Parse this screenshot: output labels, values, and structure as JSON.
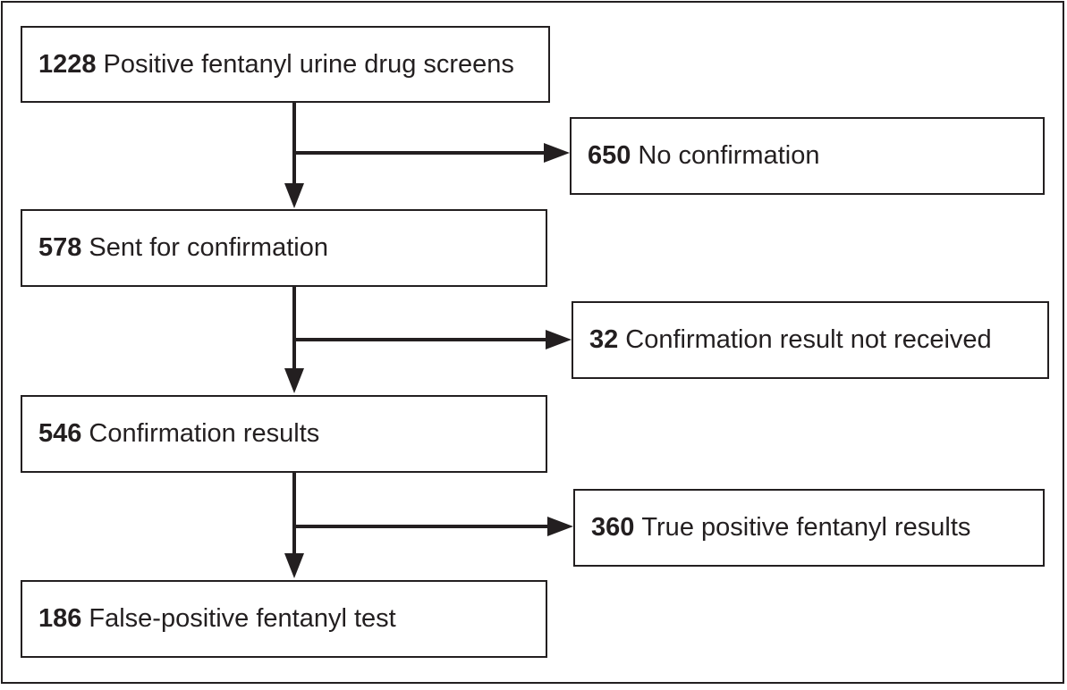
{
  "boxes": [
    {
      "id": "positive-screens",
      "count": "1228",
      "label": "Positive fentanyl urine drug screens"
    },
    {
      "id": "no-confirmation",
      "count": "650",
      "label": "No confirmation"
    },
    {
      "id": "sent-for-confirmation",
      "count": "578",
      "label": "Sent for confirmation"
    },
    {
      "id": "result-not-received",
      "count": "32",
      "label": "Confirmation result not received"
    },
    {
      "id": "confirmation-results",
      "count": "546",
      "label": "Confirmation results"
    },
    {
      "id": "true-positive",
      "count": "360",
      "label": "True positive fentanyl results"
    },
    {
      "id": "false-positive",
      "count": "186",
      "label": "False-positive fentanyl test"
    }
  ],
  "colors": {
    "stroke": "#231f20",
    "background": "#ffffff"
  }
}
